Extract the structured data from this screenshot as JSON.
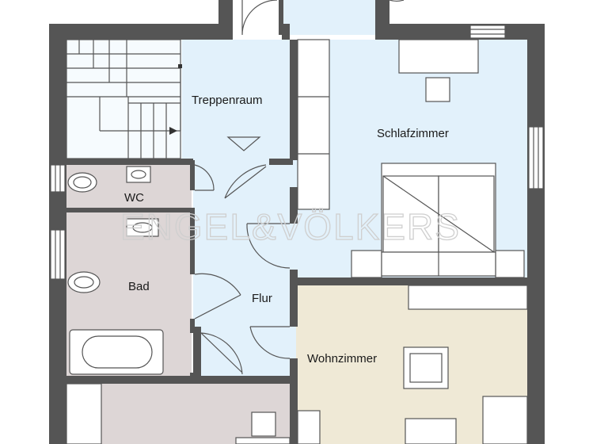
{
  "rooms": {
    "treppenraum": "Treppenraum",
    "schlafzimmer": "Schlafzimmer",
    "wc": "WC",
    "bad": "Bad",
    "flur": "Flur",
    "wohnzimmer": "Wohnzimmer"
  },
  "watermark": "ENGEL&VÖLKERS",
  "colors": {
    "hallway_blue": "#e2f1fb",
    "bath_gray": "#ddd6d6",
    "living_beige": "#efe9d6",
    "wall": "#555555"
  }
}
